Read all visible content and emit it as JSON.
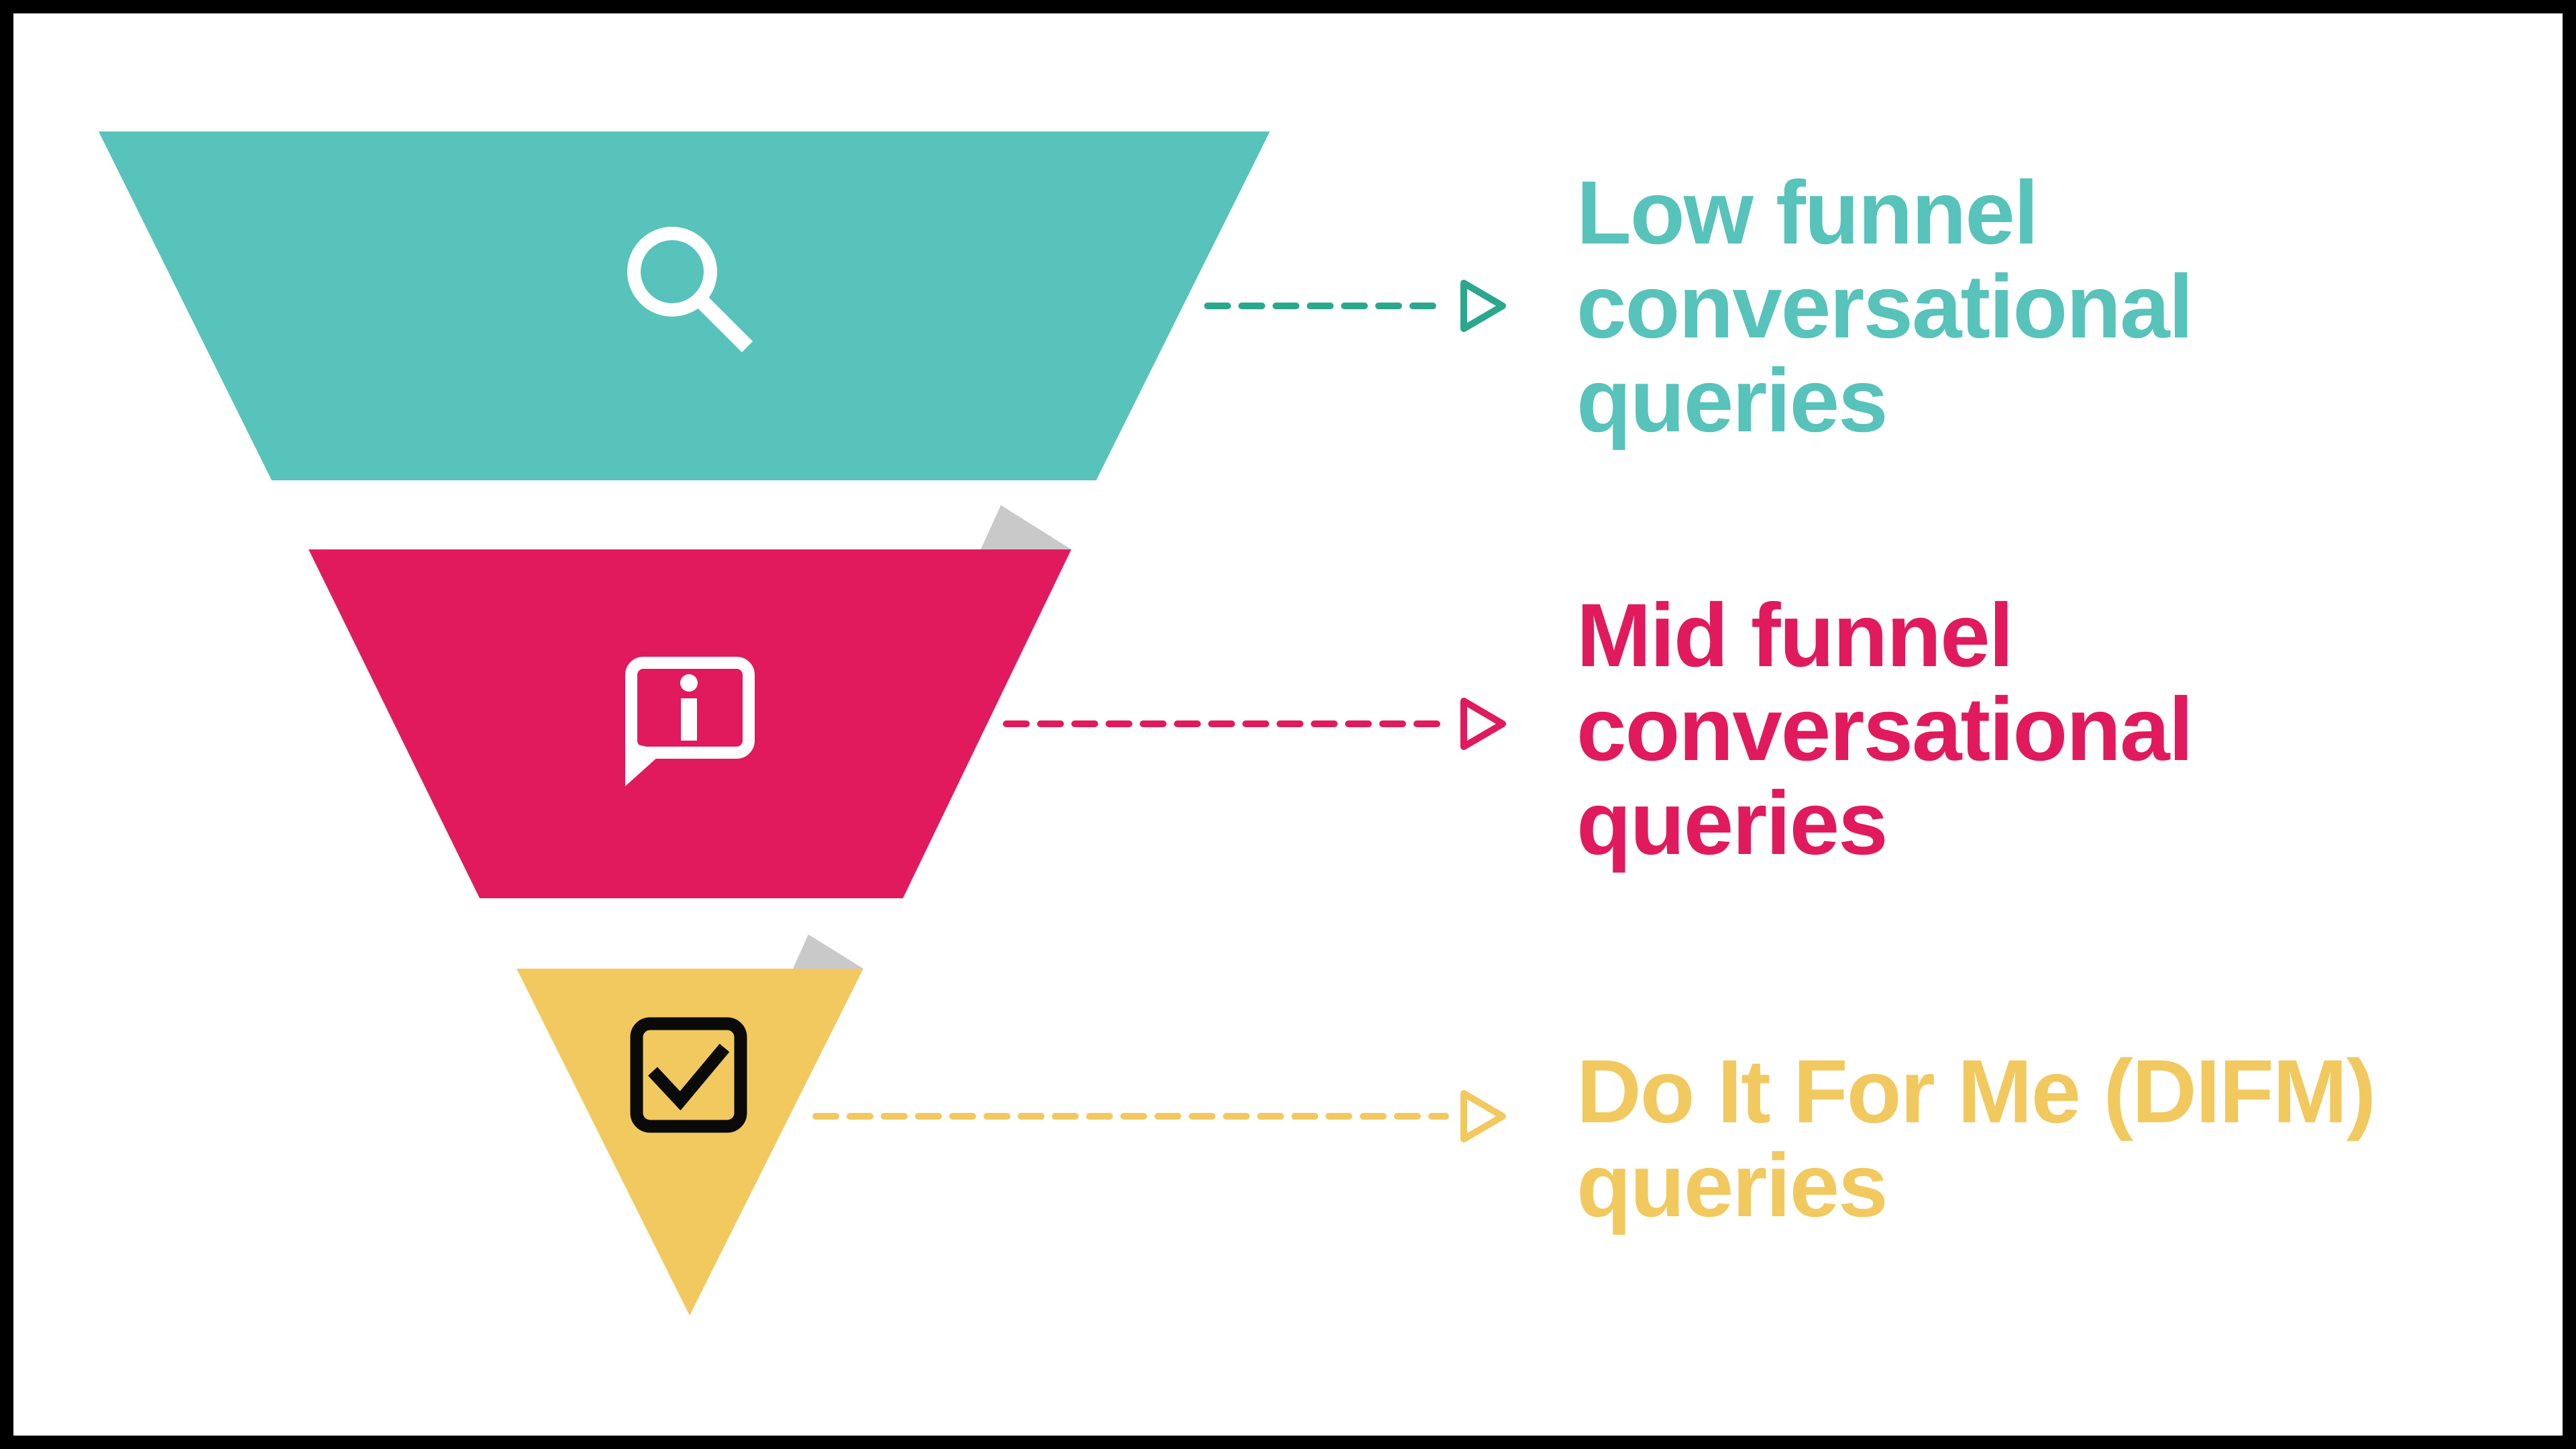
{
  "colors": {
    "funnel-teal": "#57C3BA",
    "arrow-teal": "#2BA78E",
    "funnel-pink": "#E01A5D",
    "funnel-yellow": "#F1C95F",
    "fold-gray": "#C9C9C9",
    "icon-white": "#FFFFFF",
    "icon-black": "#0A0A0A",
    "frame-black": "#000000"
  },
  "funnel": {
    "tiers": [
      {
        "id": "low",
        "label": "Low funnel\nconversational\nqueries",
        "icon": "search-icon",
        "color_key": "funnel-teal"
      },
      {
        "id": "mid",
        "label": "Mid funnel\nconversational\nqueries",
        "icon": "info-speech-bubble-icon",
        "color_key": "funnel-pink"
      },
      {
        "id": "difm",
        "label": "Do It For Me (DIFM)\nqueries",
        "icon": "checkbox-checked-icon",
        "color_key": "funnel-yellow"
      }
    ]
  }
}
